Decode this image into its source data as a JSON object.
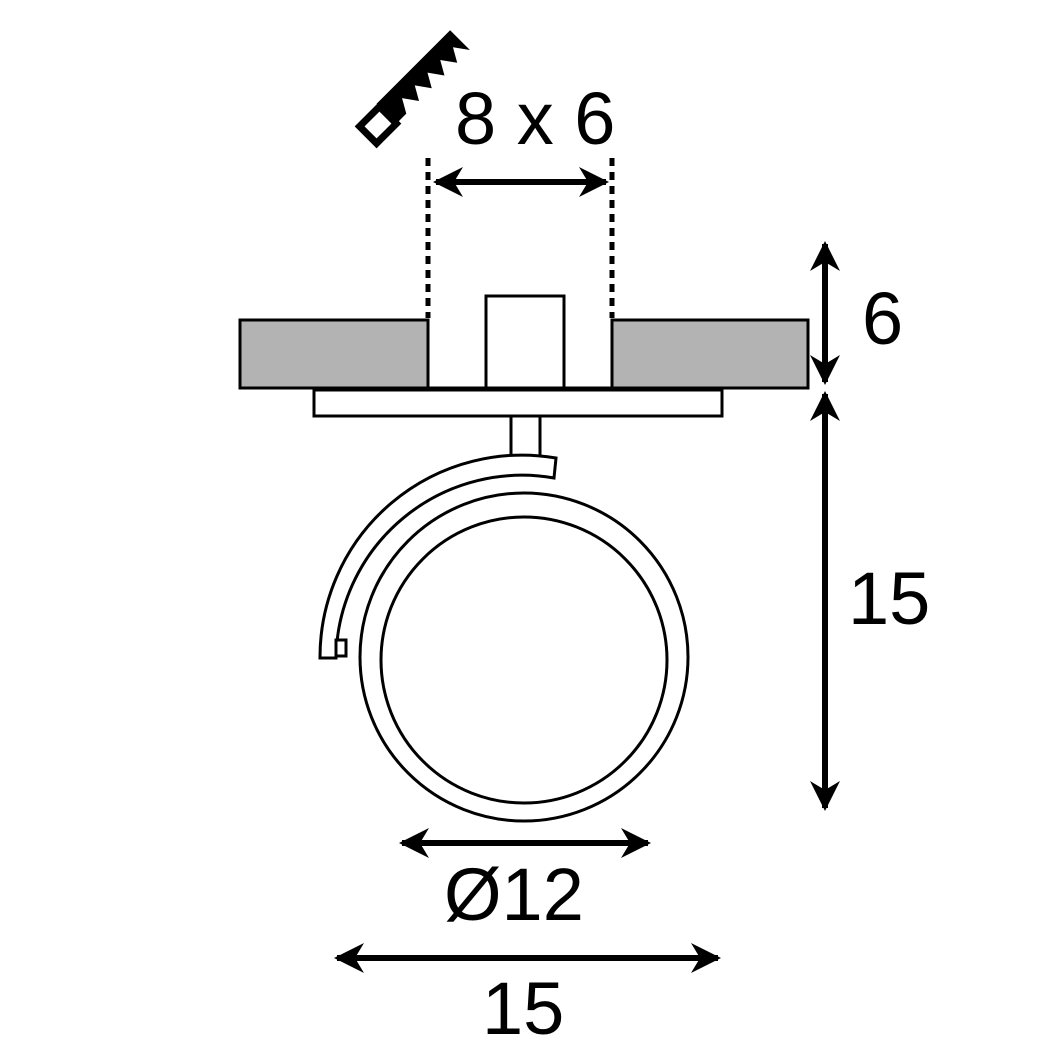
{
  "labels": {
    "cutout": "8 x 6",
    "recess_depth": "6",
    "height_below": "15",
    "lens_diameter": "Ø12",
    "overall_width": "15"
  },
  "icons": {
    "cutout_tool": "saw-icon"
  },
  "colors": {
    "line": "#000000",
    "ceiling_fill": "#b3b3b3"
  }
}
